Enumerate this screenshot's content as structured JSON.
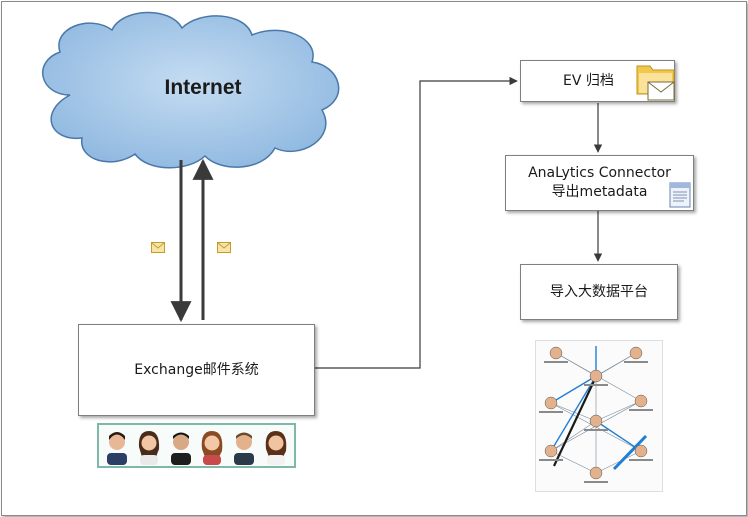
{
  "internet": {
    "label": "Internet"
  },
  "exchange": {
    "label": "Exchange邮件系统"
  },
  "ev_archive": {
    "label": "EV 归档"
  },
  "analytics": {
    "line1": "AnaLytics Connector",
    "line2": "导出metadata"
  },
  "bigdata": {
    "label": "导入大数据平台"
  },
  "icons": {
    "mail_down": "envelope-icon",
    "mail_up": "envelope-icon",
    "ev": "folder-envelope-icon",
    "analytics": "document-icon",
    "people": "people-avatars",
    "network": "social-network-graph"
  },
  "colors": {
    "cloud_fill": "#9dc3e6",
    "cloud_stroke": "#4a78a8",
    "connector": "#3a3a3a",
    "network_accent": "#1e7fd6"
  }
}
